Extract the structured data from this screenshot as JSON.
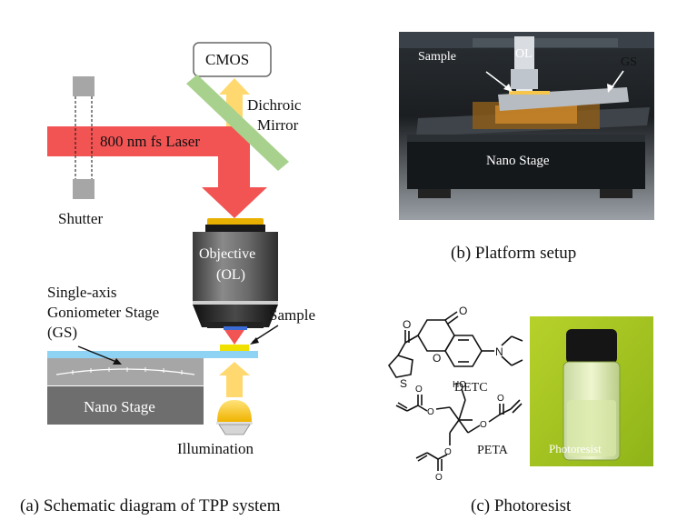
{
  "panel_a": {
    "caption": "(a)  Schematic diagram of TPP system",
    "labels": {
      "cmos": "CMOS",
      "dichroic_line1": "Dichroic",
      "dichroic_line2": "Mirror",
      "laser": "800 nm fs Laser",
      "shutter": "Shutter",
      "objective_line1": "Objective",
      "objective_line2": "(OL)",
      "gs_line1": "Single-axis",
      "gs_line2": "Goniometer Stage",
      "gs_line3": "(GS)",
      "sample": "Sample",
      "nano_stage": "Nano Stage",
      "illumination": "Illumination"
    },
    "colors": {
      "laser": "#f25454",
      "mirror": "#a9d18e",
      "light_arrow": "#ffd86f",
      "slide": "#8fd3f4",
      "sample": "#f0e000",
      "stage_dark": "#6e6e6e",
      "stage_light": "#a6a6a6"
    }
  },
  "panel_b": {
    "caption": "(b) Platform setup",
    "labels": {
      "sample": "Sample",
      "ol": "OL",
      "gs": "GS",
      "nano_stage": "Nano Stage"
    }
  },
  "panel_c": {
    "caption": "(c) Photoresist",
    "labels": {
      "detc": "DETC",
      "peta": "PETA",
      "photoresist": "Photoresist",
      "oxygen": "O",
      "nitrogen": "N",
      "sulfur": "S",
      "hydroxyl": "HO"
    }
  }
}
